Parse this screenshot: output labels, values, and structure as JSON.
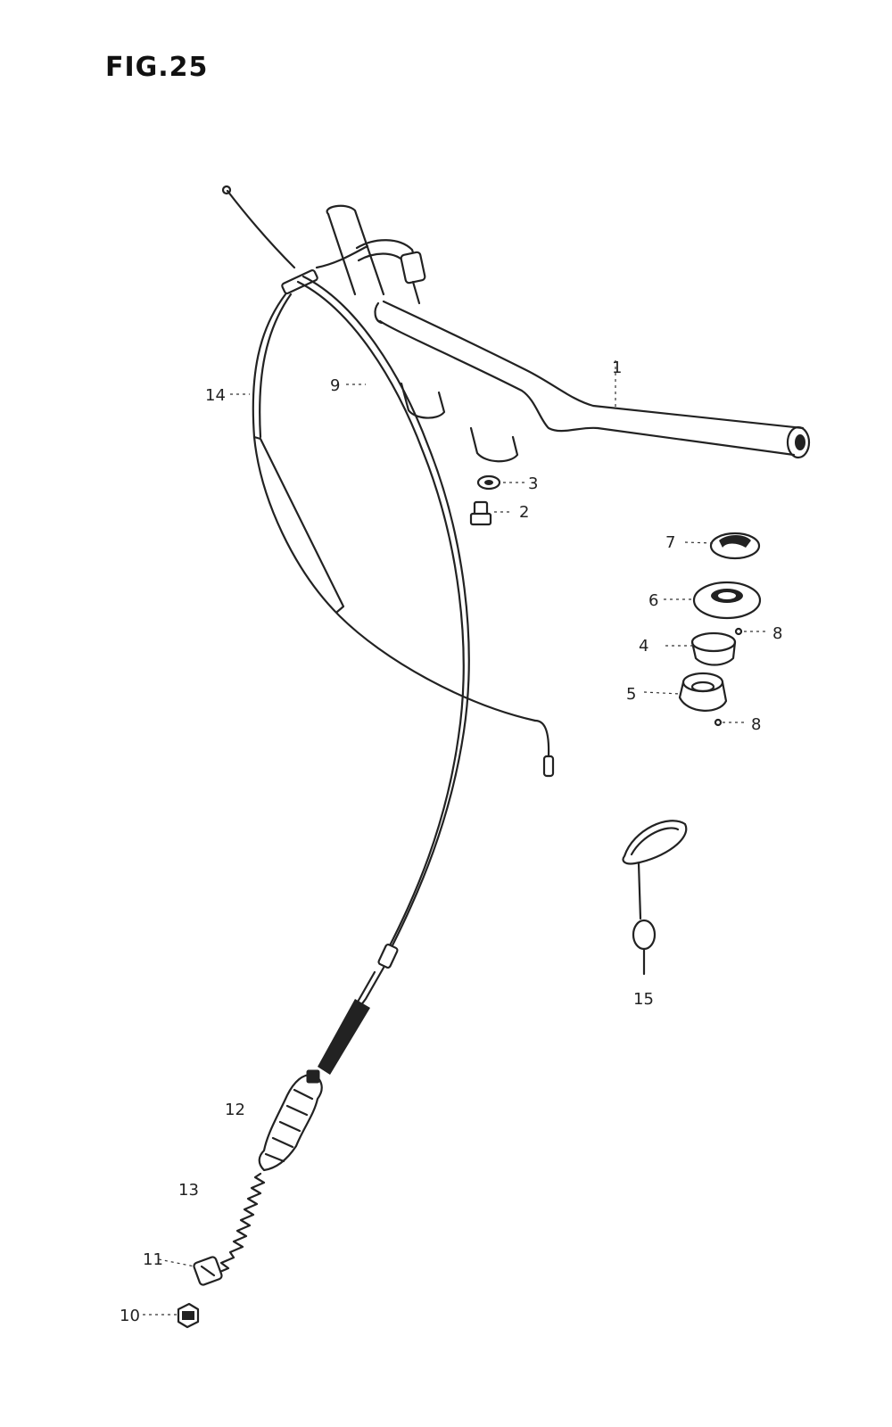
{
  "figure": {
    "title": "FIG.25"
  },
  "labels": {
    "p1": "1",
    "p2": "2",
    "p3": "3",
    "p4": "4",
    "p5": "5",
    "p6": "6",
    "p7": "7",
    "p8a": "8",
    "p8b": "8",
    "p9": "9",
    "p10": "10",
    "p11": "11",
    "p12": "12",
    "p13": "13",
    "p14": "14",
    "p15": "15"
  }
}
